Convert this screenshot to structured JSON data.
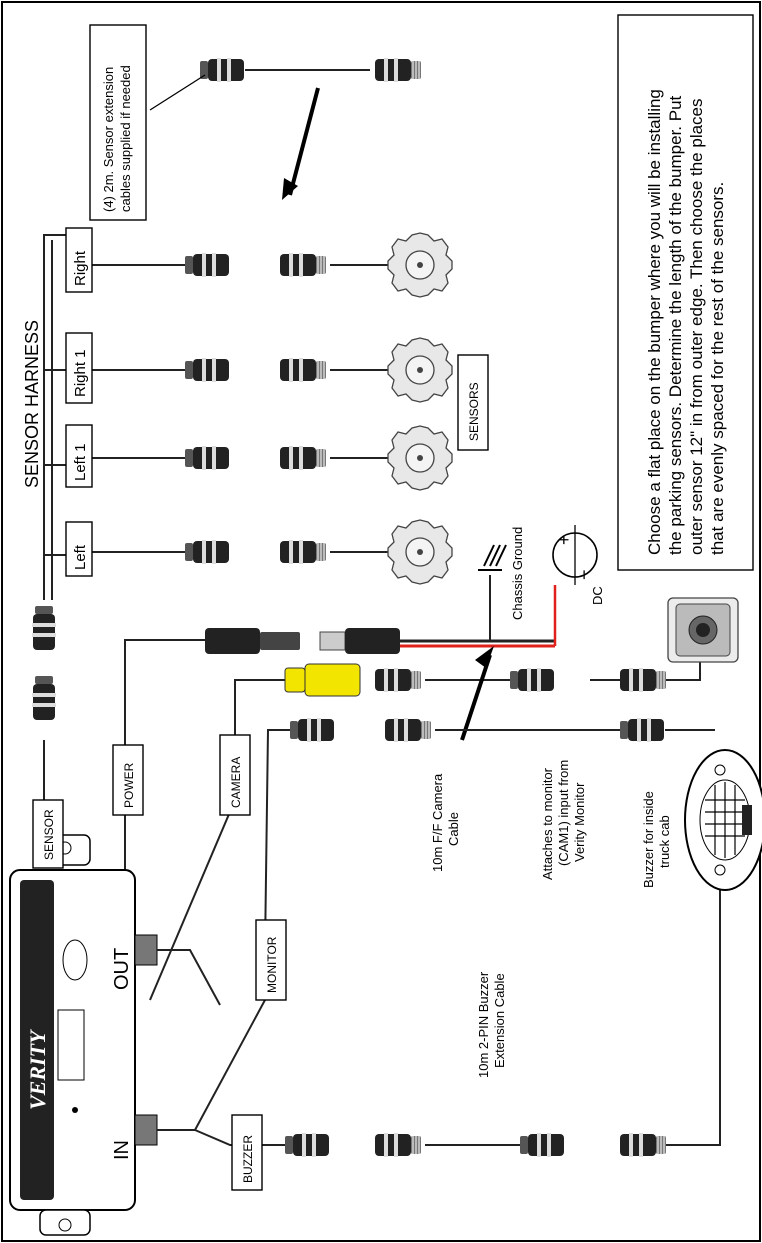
{
  "diagram": {
    "instructions": "Choose a flat place on the bumper where you will be installing the parking sensors. Determine the length of the bumper. Put outer sensor 12\" in from outer edge. Then choose the places that are evenly spaced for the rest of the sensors.",
    "instruction_lines": [
      "Choose a flat place on the bumper where you will be installing",
      "the parking sensors. Determine the length of the bumper. Put",
      "outer sensor 12\" in from outer edge. Then choose the places",
      "that are evenly spaced for the rest of the sensors."
    ],
    "extension_note": [
      "(4) 2m. Sensor extension",
      "cables supplied if needed"
    ],
    "sensor_harness": "SENSOR HARNESS",
    "sensors_label": "SENSORS",
    "sensor_tags": [
      "Right",
      "Right 1",
      "Left 1",
      "Left"
    ],
    "chassis_ground": "Chassis Ground",
    "dc": "DC",
    "dc_plus": "+",
    "dc_minus": "−",
    "camera_cable": [
      "10m F/F Camera",
      "Cable"
    ],
    "monitor_note": [
      "Attaches to monitor",
      "(CAM1) input from",
      "Verity Monitor"
    ],
    "buzzer_cable": [
      "10m 2-PIN Buzzer",
      "Extension Cable"
    ],
    "buzzer_note": [
      "Buzzer for inside",
      "truck cab"
    ],
    "tags": {
      "sensor": "SENSOR",
      "power": "POWER",
      "camera": "CAMERA",
      "monitor": "MONITOR",
      "buzzer": "BUZZER"
    },
    "module": {
      "logo": "VERITY",
      "in": "IN",
      "out": "OUT"
    },
    "colors": {
      "camera_plug": "#f2e600",
      "power_positive": "#e0201a",
      "sensor_body": "#e8e8e8",
      "connector": "#222222"
    }
  }
}
